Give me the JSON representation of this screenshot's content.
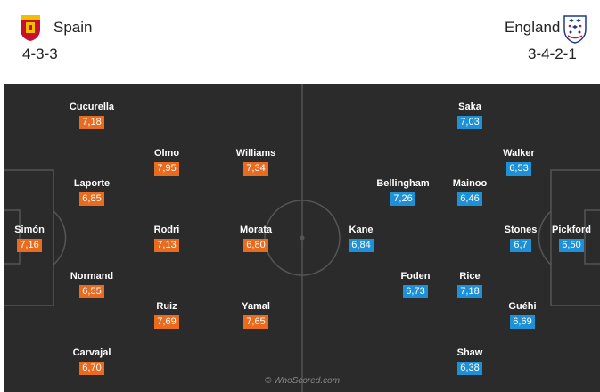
{
  "colors": {
    "home_rating": "#e86b1f",
    "away_rating": "#1e90d6",
    "pitch": "#2b2b2b",
    "lines": "#555555"
  },
  "home": {
    "name": "Spain",
    "formation": "4-3-3",
    "crest_icon": "spain-crest-icon",
    "players": [
      {
        "name": "Simón",
        "rating": "7,16"
      },
      {
        "name": "Cucurella",
        "rating": "7,18"
      },
      {
        "name": "Laporte",
        "rating": "6,85"
      },
      {
        "name": "Normand",
        "rating": "6,55"
      },
      {
        "name": "Carvajal",
        "rating": "6,70"
      },
      {
        "name": "Olmo",
        "rating": "7,95"
      },
      {
        "name": "Rodri",
        "rating": "7,13"
      },
      {
        "name": "Ruiz",
        "rating": "7,69"
      },
      {
        "name": "Williams",
        "rating": "7,34"
      },
      {
        "name": "Morata",
        "rating": "6,80"
      },
      {
        "name": "Yamal",
        "rating": "7,65"
      }
    ]
  },
  "away": {
    "name": "England",
    "formation": "3-4-2-1",
    "crest_icon": "england-crest-icon",
    "players": [
      {
        "name": "Pickford",
        "rating": "6,50"
      },
      {
        "name": "Walker",
        "rating": "6,53"
      },
      {
        "name": "Stones",
        "rating": "6,7"
      },
      {
        "name": "Guéhi",
        "rating": "6,69"
      },
      {
        "name": "Saka",
        "rating": "7,03"
      },
      {
        "name": "Mainoo",
        "rating": "6,46"
      },
      {
        "name": "Rice",
        "rating": "7,18"
      },
      {
        "name": "Shaw",
        "rating": "6,38"
      },
      {
        "name": "Bellingham",
        "rating": "7,26"
      },
      {
        "name": "Foden",
        "rating": "6,73"
      },
      {
        "name": "Kane",
        "rating": "6,84"
      }
    ]
  },
  "watermark": "© WhoScored.com"
}
